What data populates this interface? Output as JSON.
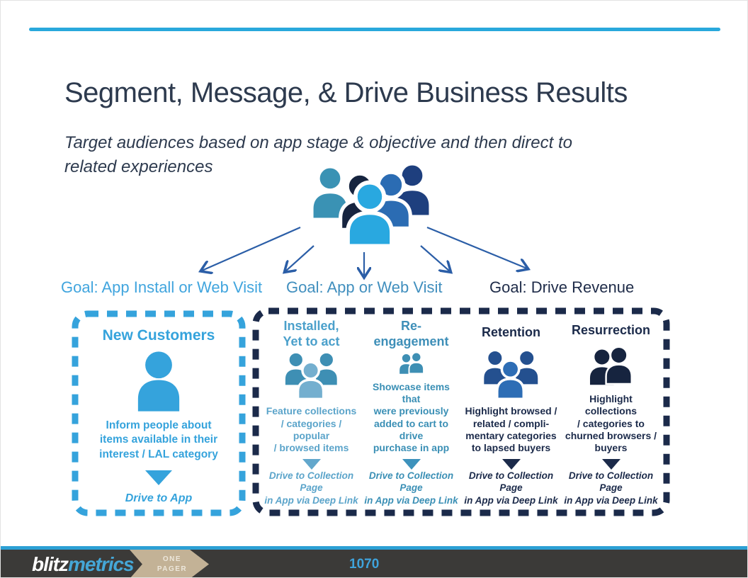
{
  "slide": {
    "title": "Segment, Message, & Drive Business Results",
    "subtitle": "Target audiences based on app stage & objective and then direct to\nrelated experiences",
    "goals": [
      {
        "label": "Goal: App Install or Web Visit",
        "color": "#41A5DE"
      },
      {
        "label": "Goal: App or Web Visit",
        "color": "#418FBE"
      },
      {
        "label": "Goal: Drive Revenue",
        "color": "#1F2C49"
      }
    ],
    "new_customers": {
      "title": "New Customers",
      "description": "Inform people about\nitems available in their\ninterest / LAL category",
      "cta": "Drive to App"
    },
    "segments": {
      "columns": [
        {
          "title": "Installed,\nYet to act",
          "description": "Feature collections\n/ categories / popular\n/ browsed items",
          "cta": "Drive to Collection Page\nin App via Deep Link"
        },
        {
          "title": "Re-engagement",
          "description": "Showcase items that\nwere previously\nadded to cart to drive\npurchase in app",
          "cta": "Drive to Collection Page\nin App via Deep Link"
        },
        {
          "title": "Retention",
          "description": "Highlight browsed /\nrelated / compli-\nmentary categories\nto lapsed buyers",
          "cta": "Drive to Collection Page\nin App via Deep Link"
        },
        {
          "title": "Resurrection",
          "description": "Highlight collections\n/ categories to\nchurned browsers /\nbuyers",
          "cta": "Drive to Collection Page\nin App via Deep Link"
        }
      ]
    },
    "footer": {
      "logo_blitz": "blitz",
      "logo_metrics": "metrics",
      "badge": "ONE\nPAGER",
      "page_number": "1070"
    },
    "palette": {
      "top_rule": "#29A8DC",
      "heading_navy": "#2D3A4E",
      "arrow_blue": "#2B5EA7",
      "light_blue": "#35A3DC",
      "steel_blue": "#3A8FB5",
      "dark_navy": "#1B2A4A",
      "cluster_teal": "#3A92B4",
      "cluster_dark_navy": "#16243F",
      "cluster_bright_blue": "#29A8E0",
      "cluster_medium_blue": "#2B6CB3",
      "cluster_royal_blue": "#1E3F7E",
      "retention_back": "#24508F",
      "retention_front": "#2D6DB5",
      "footer_bar": "#3B3A38",
      "badge_tan": "#C3B296",
      "page_number_blue": "#3FA3DB"
    }
  }
}
